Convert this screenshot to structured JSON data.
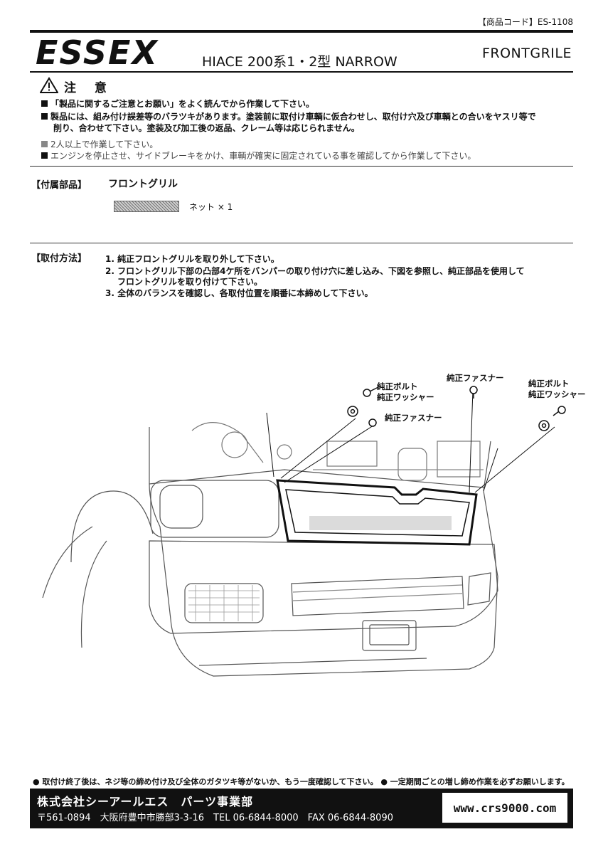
{
  "header": {
    "product_code": "【商品コード】ES-1108",
    "brand": "ESSEX",
    "model": "HIACE 200系1・2型 NARROW",
    "product_name": "FRONTGRILE"
  },
  "caution": {
    "title": "注 意",
    "notes": [
      "「製品に関するご注意とお願い」をよく読んでから作業して下さい。",
      "製品には、組み付け誤差等のバラツキがあります。塗装前に取付け車輌に仮合わせし、取付け穴及び車輌との合いをヤスリ等で",
      "削り、合わせて下さい。塗装及び加工後の返品、クレーム等は応じられません。",
      "2人以上で作業して下さい。",
      "エンジンを停止させ、サイドブレーキをかけ、車輌が確実に固定されている事を確認してから作業して下さい。"
    ]
  },
  "parts": {
    "label": "【付属部品】",
    "title": "フロントグリル",
    "items": [
      {
        "name": "ネット × 1"
      }
    ]
  },
  "install": {
    "label": "【取付方法】",
    "steps": [
      "1. 純正フロントグリルを取り外して下さい。",
      "2. フロントグリル下部の凸部4ケ所をバンパーの取り付け穴に差し込み、下図を参照し、純正部品を使用して",
      "フロントグリルを取り付けて下さい。",
      "3. 全体のバランスを確認し、各取付位置を順番に本締めして下さい。"
    ]
  },
  "diagram": {
    "callouts": {
      "bolt_left_1": "純正ボルト",
      "washer_left": "純正ワッシャー",
      "fastener_left": "純正ファスナー",
      "fastener_center": "純正ファスナー",
      "bolt_right": "純正ボルト",
      "washer_right": "純正ワッシャー"
    }
  },
  "footer": {
    "note": "● 取付け終了後は、ネジ等の締め付け及び全体のガタツキ等がないか、もう一度確認して下さい。 ● 一定期間ごとの増し締め作業を必ずお願いします。",
    "company": "株式会社シーアールエス　パーツ事業部",
    "address": "〒561-0894　大阪府豊中市勝部3-3-16　TEL 06-6844-8000　FAX 06-6844-8090",
    "url": "www.crs9000.com"
  }
}
